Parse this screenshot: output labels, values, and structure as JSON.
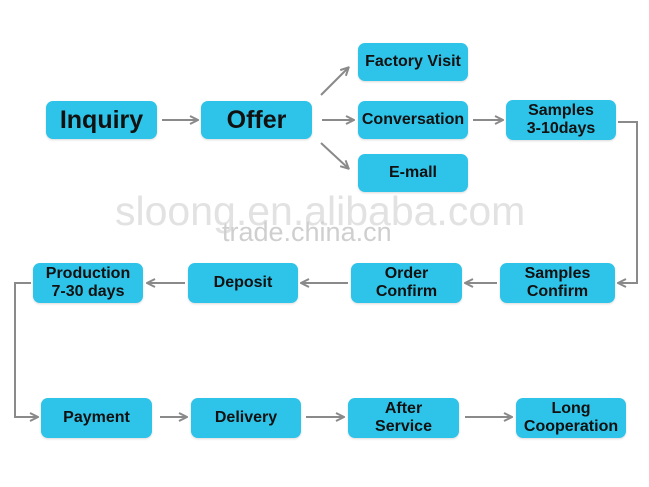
{
  "watermark": {
    "main": "sloong.en.alibaba.com",
    "sub": "trade.china.cn"
  },
  "colors": {
    "node_fill": "#2ec3e8",
    "arrow": "#8a8a8a",
    "text": "#111111"
  },
  "nodes": {
    "inquiry": "Inquiry",
    "offer": "Offer",
    "factory_visit": "Factory Visit",
    "conversation": "Conversation",
    "email": "E-mall",
    "samples_days": [
      "Samples",
      "3-10days"
    ],
    "samples_confirm": [
      "Samples",
      "Confirm"
    ],
    "order_confirm": [
      "Order",
      "Confirm"
    ],
    "deposit": "Deposit",
    "production": [
      "Production",
      "7-30 days"
    ],
    "payment": "Payment",
    "delivery": "Delivery",
    "after_service": [
      "After",
      "Service"
    ],
    "long_cooperation": [
      "Long",
      "Cooperation"
    ]
  }
}
